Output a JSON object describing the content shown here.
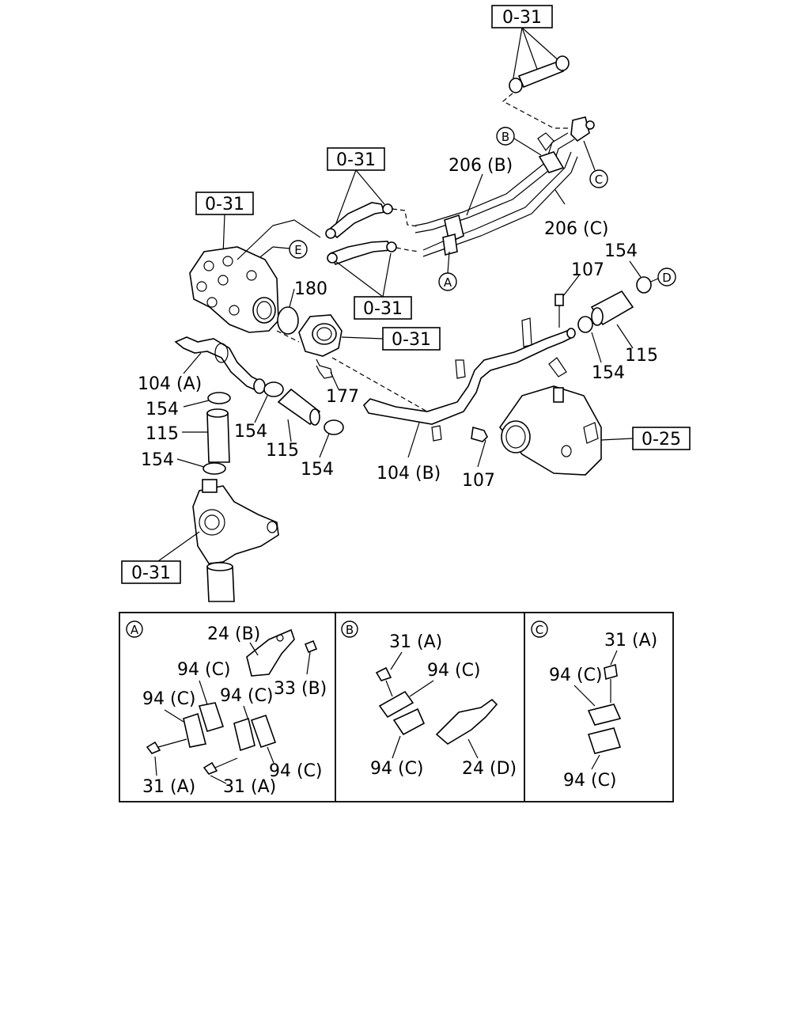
{
  "refs": {
    "r1": "0-31",
    "r2": "0-31",
    "r3": "0-31",
    "r4": "0-31",
    "r5": "0-31",
    "r6": "0-31",
    "r7": "0-25"
  },
  "labels": {
    "p206b": "206 (B)",
    "p206c": "206 (C)",
    "p180": "180",
    "p107a": "107",
    "p154a": "154",
    "p115a": "115",
    "p154b": "154",
    "p104a": "104 (A)",
    "p154c": "154",
    "p115b": "115",
    "p154d": "154",
    "p154e": "154",
    "p115c": "115",
    "p154f": "154",
    "p177": "177",
    "p104b": "104 (B)",
    "p107b": "107"
  },
  "callouts": {
    "cA": "A",
    "cB": "B",
    "cC": "C",
    "cD": "D",
    "cE": "E"
  },
  "panels": {
    "a": {
      "tag": "A",
      "l1": "24 (B)",
      "l2": "33 (B)",
      "l3": "94 (C)",
      "l4": "94 (C)",
      "l5": "94 (C)",
      "l6": "94 (C)",
      "l7": "31 (A)",
      "l8": "31 (A)"
    },
    "b": {
      "tag": "B",
      "l1": "31 (A)",
      "l2": "94 (C)",
      "l3": "94 (C)",
      "l4": "24 (D)"
    },
    "c": {
      "tag": "C",
      "l1": "31 (A)",
      "l2": "94 (C)",
      "l3": "94 (C)"
    }
  }
}
